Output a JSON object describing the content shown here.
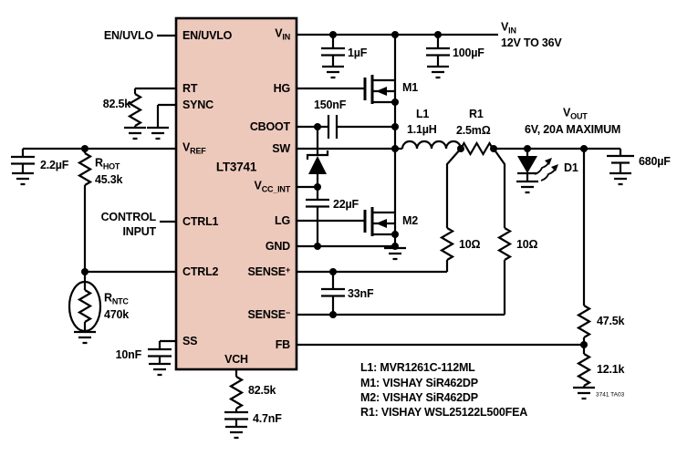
{
  "ic": {
    "name": "LT3741",
    "pins_left": {
      "en_uvlo": "EN/UVLO",
      "rt": "RT",
      "sync": "SYNC",
      "vref": {
        "m": "V",
        "s": "REF"
      },
      "ctrl1": "CTRL1",
      "ctrl2": "CTRL2",
      "ss": "SS"
    },
    "pins_right": {
      "vin": {
        "m": "V",
        "s": "IN"
      },
      "hg": "HG",
      "cboot": "CBOOT",
      "sw": "SW",
      "vcc": {
        "m": "V",
        "s": "CC_INT"
      },
      "lg": "LG",
      "gnd": "GND",
      "sense_p": {
        "m": "SENSE",
        "s": "+"
      },
      "sense_n": {
        "m": "SENSE",
        "s": "−"
      },
      "fb": "FB"
    },
    "pin_bottom": "VCH"
  },
  "input_section": {
    "en_uvlo_ext": "EN/UVLO",
    "rt_resistor": "82.5k",
    "vref_cap": "2.2µF",
    "rhot": {
      "m": "R",
      "s": "HOT",
      "value": "45.3k"
    },
    "control": {
      "line1": "CONTROL",
      "line2": "INPUT"
    },
    "rntc": {
      "m": "R",
      "s": "NTC",
      "value": "470k"
    },
    "ss_cap": "10nF",
    "vch_resistor": "82.5k",
    "vch_cap": "4.7nF"
  },
  "supply": {
    "vin": {
      "m": "V",
      "s": "IN"
    },
    "range": "12V TO 36V",
    "cap_small": "1µF",
    "cap_bulk": "100µF"
  },
  "switching": {
    "m1": "M1",
    "m2": "M2",
    "boot_cap": "150nF",
    "vcc_cap": "22µF"
  },
  "output": {
    "l1": {
      "ref": "L1",
      "value": "1.1µH"
    },
    "r1": {
      "ref": "R1",
      "value": "2.5mΩ"
    },
    "vout": {
      "m": "V",
      "s": "OUT"
    },
    "vout_desc": "6V, 20A MAXIMUM",
    "out_cap": "680µF",
    "d1": "D1"
  },
  "sense": {
    "r_left": "10Ω",
    "r_right": "10Ω",
    "cap": "33nF"
  },
  "feedback": {
    "r_top": "47.5k",
    "r_bottom": "12.1k"
  },
  "notes": {
    "l1": "L1: MVR1261C-112ML",
    "m1": "M1: VISHAY SiR462DP",
    "m2": "M2: VISHAY SiR462DP",
    "r1": "R1: VISHAY WSL25122L500FEA"
  },
  "footer": "3741 TA03",
  "colors": {
    "ic_fill": "#edc9bc",
    "line": "#000000"
  }
}
